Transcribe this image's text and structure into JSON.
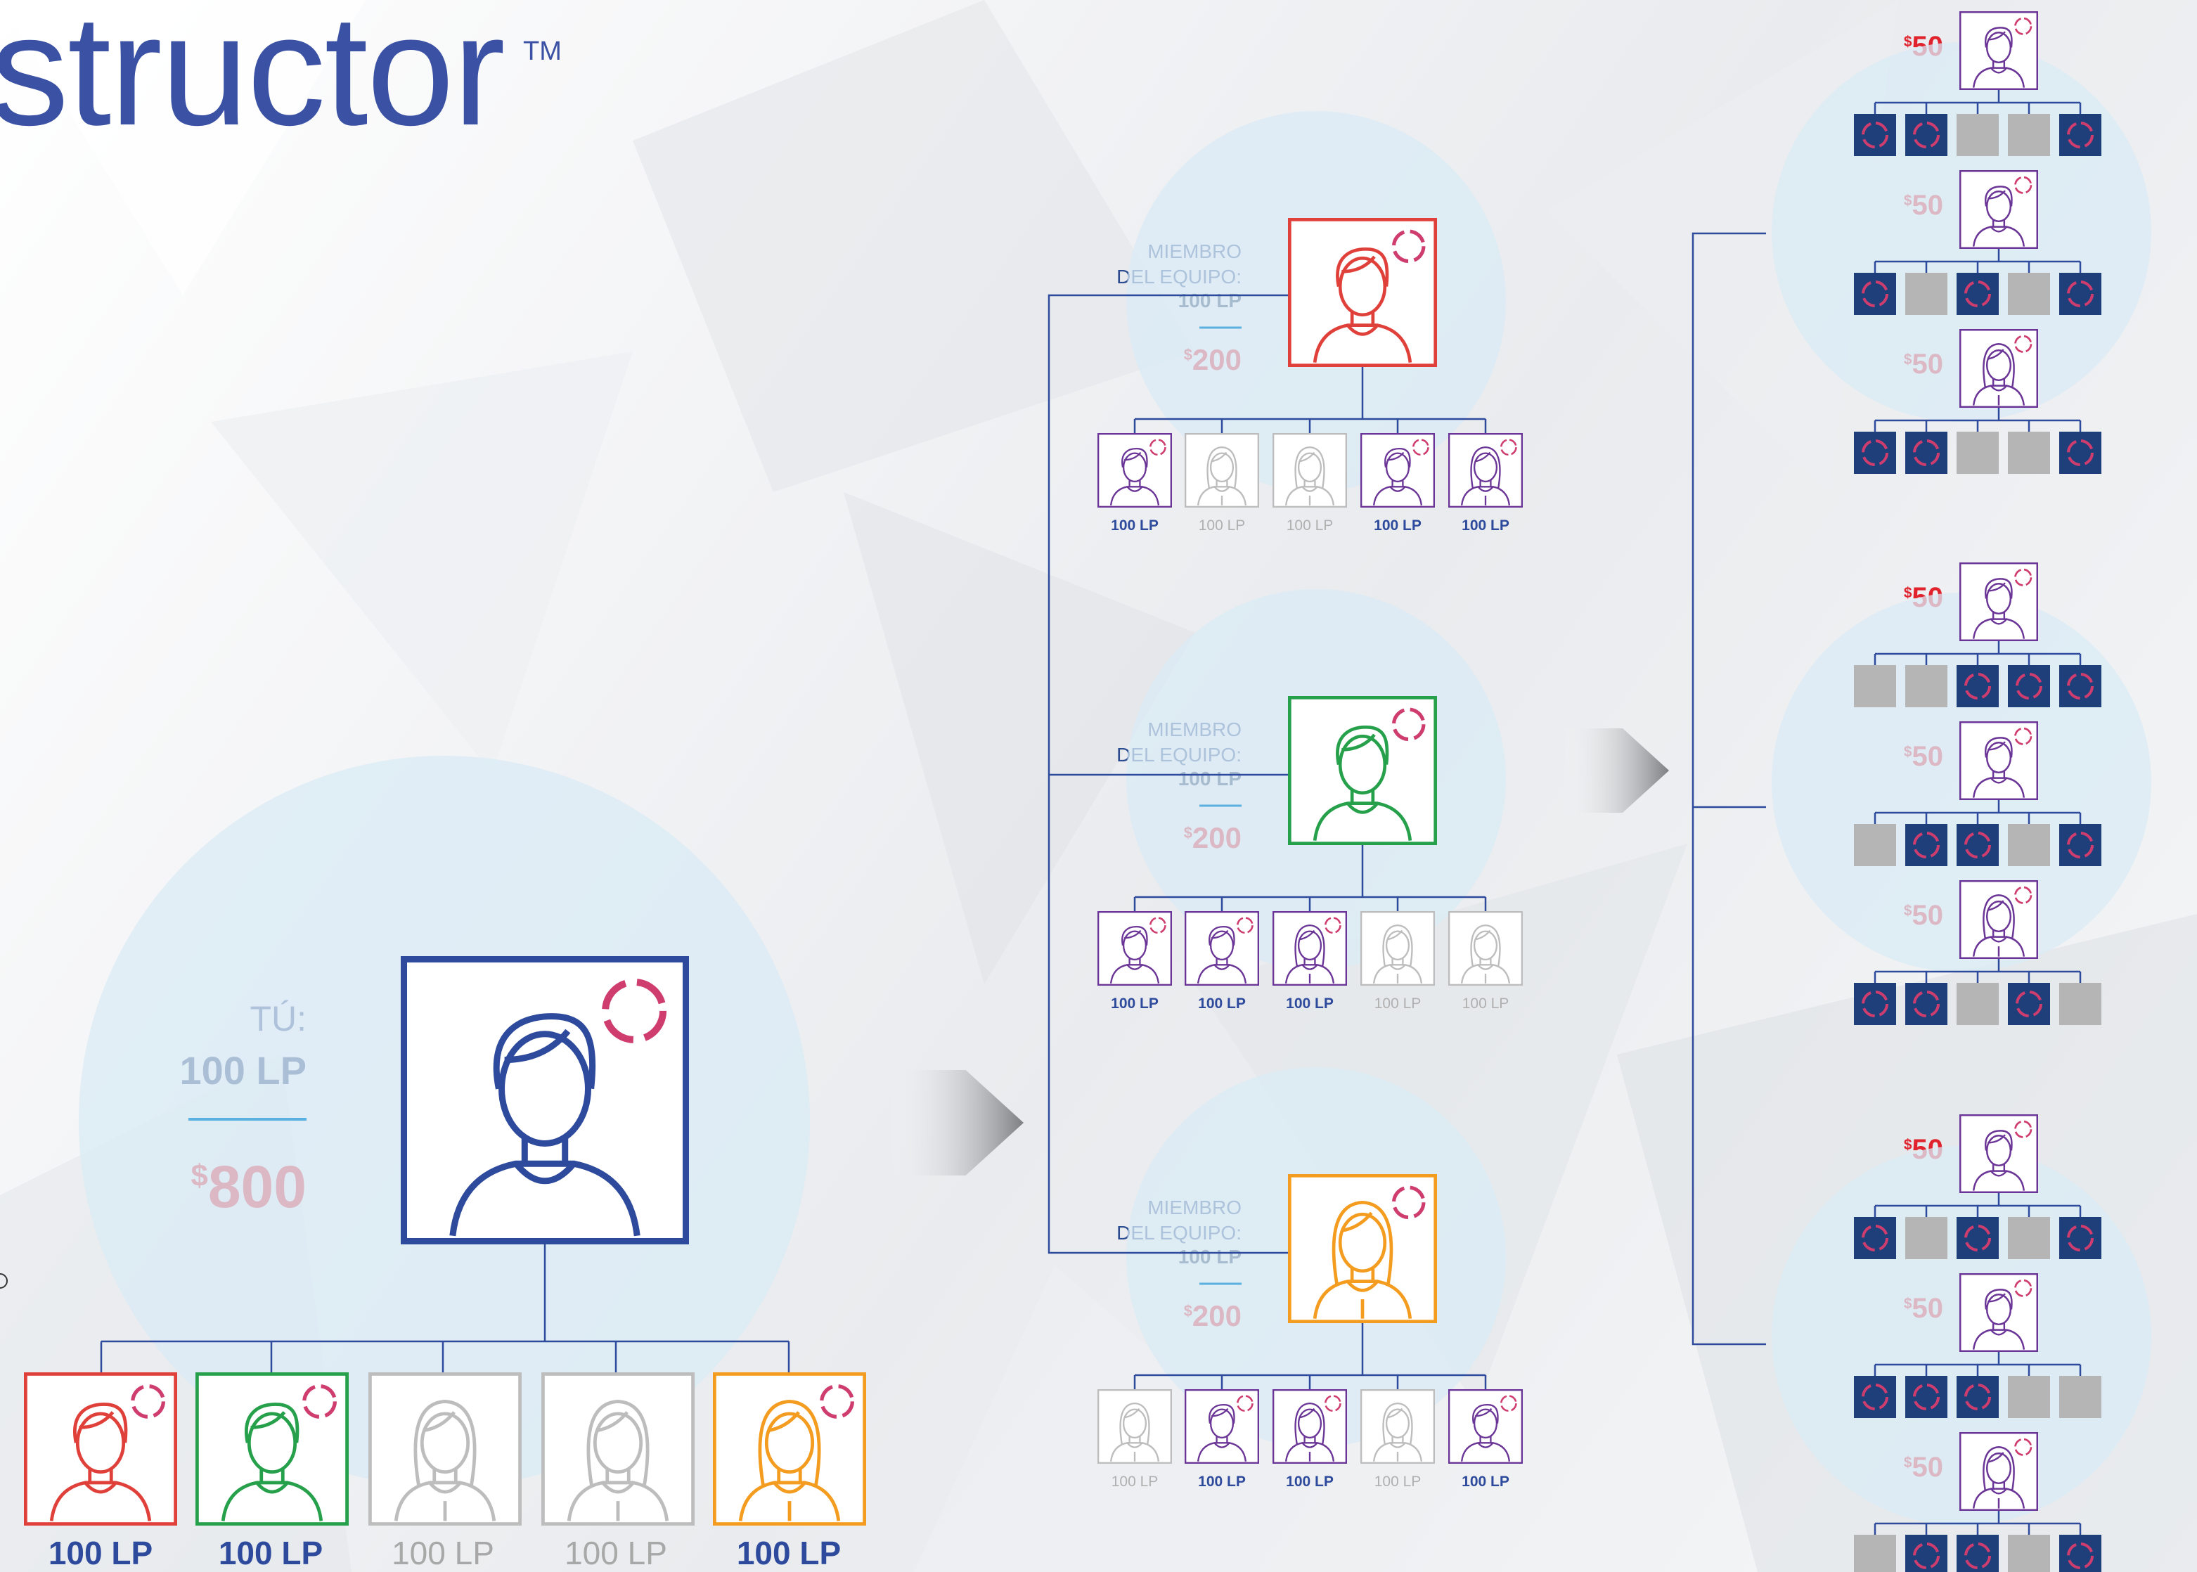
{
  "header": {
    "title": "structor",
    "trademark": "TM"
  },
  "you": {
    "label": "TÚ:",
    "points": "100 LP",
    "earnings_currency": "$",
    "earnings_amount": "800"
  },
  "personal_team": [
    {
      "color": "#e0403a",
      "gender": "male",
      "active": true,
      "lp": "100 LP"
    },
    {
      "color": "#26a04a",
      "gender": "male",
      "active": true,
      "lp": "100 LP"
    },
    {
      "color": "#bdbdbd",
      "gender": "female",
      "active": false,
      "lp": "100 LP"
    },
    {
      "color": "#bdbdbd",
      "gender": "female",
      "active": false,
      "lp": "100 LP"
    },
    {
      "color": "#f39c1f",
      "gender": "female",
      "active": true,
      "lp": "100 LP"
    }
  ],
  "team_members": [
    {
      "label_line1": "MIEMBRO",
      "label_line2": "DEL EQUIPO:",
      "points": "100 LP",
      "earnings_currency": "$",
      "earnings_amount": "200",
      "color": "#e0403a",
      "gender": "male",
      "children": [
        {
          "gender": "male",
          "active": true,
          "lp": "100 LP"
        },
        {
          "gender": "female",
          "active": false,
          "lp": "100 LP"
        },
        {
          "gender": "female",
          "active": false,
          "lp": "100 LP"
        },
        {
          "gender": "male",
          "active": true,
          "lp": "100 LP"
        },
        {
          "gender": "female",
          "active": true,
          "lp": "100 LP"
        }
      ]
    },
    {
      "label_line1": "MIEMBRO",
      "label_line2": "DEL EQUIPO:",
      "points": "100 LP",
      "earnings_currency": "$",
      "earnings_amount": "200",
      "color": "#26a04a",
      "gender": "male",
      "children": [
        {
          "gender": "male",
          "active": true,
          "lp": "100 LP"
        },
        {
          "gender": "male",
          "active": true,
          "lp": "100 LP"
        },
        {
          "gender": "female",
          "active": true,
          "lp": "100 LP"
        },
        {
          "gender": "female",
          "active": false,
          "lp": "100 LP"
        },
        {
          "gender": "female",
          "active": false,
          "lp": "100 LP"
        }
      ]
    },
    {
      "label_line1": "MIEMBRO",
      "label_line2": "DEL EQUIPO:",
      "points": "100 LP",
      "earnings_currency": "$",
      "earnings_amount": "200",
      "color": "#f39c1f",
      "gender": "female",
      "children": [
        {
          "gender": "female",
          "active": false,
          "lp": "100 LP"
        },
        {
          "gender": "male",
          "active": true,
          "lp": "100 LP"
        },
        {
          "gender": "female",
          "active": true,
          "lp": "100 LP"
        },
        {
          "gender": "female",
          "active": false,
          "lp": "100 LP"
        },
        {
          "gender": "male",
          "active": true,
          "lp": "100 LP"
        }
      ]
    }
  ],
  "third_level_groups": [
    {
      "members": [
        {
          "earnings_currency": "$",
          "earnings_amount": "50",
          "gender": "male",
          "row": [
            1,
            1,
            0,
            0,
            1
          ]
        },
        {
          "earnings_currency": "$",
          "earnings_amount": "50",
          "gender": "male",
          "row": [
            1,
            0,
            1,
            0,
            1
          ]
        },
        {
          "earnings_currency": "$",
          "earnings_amount": "50",
          "gender": "female",
          "row": [
            1,
            1,
            0,
            0,
            1
          ]
        }
      ]
    },
    {
      "members": [
        {
          "earnings_currency": "$",
          "earnings_amount": "50",
          "gender": "male",
          "row": [
            0,
            0,
            1,
            1,
            1
          ]
        },
        {
          "earnings_currency": "$",
          "earnings_amount": "50",
          "gender": "male",
          "row": [
            0,
            1,
            1,
            0,
            1
          ]
        },
        {
          "earnings_currency": "$",
          "earnings_amount": "50",
          "gender": "female",
          "row": [
            1,
            1,
            0,
            1,
            0
          ]
        }
      ]
    },
    {
      "members": [
        {
          "earnings_currency": "$",
          "earnings_amount": "50",
          "gender": "male",
          "row": [
            1,
            0,
            1,
            0,
            1
          ]
        },
        {
          "earnings_currency": "$",
          "earnings_amount": "50",
          "gender": "male",
          "row": [
            1,
            1,
            1,
            0,
            0
          ]
        },
        {
          "earnings_currency": "$",
          "earnings_amount": "50",
          "gender": "female",
          "row": [
            0,
            1,
            1,
            0,
            1
          ]
        }
      ]
    }
  ],
  "colors": {
    "blue": "#2d4a9c",
    "purple": "#6a3596",
    "red": "#e0232d",
    "circle": "#d9ebf6",
    "line": "#2d4a9c",
    "grey": "#bdbdbd",
    "active_square": "#1f3f7a",
    "inactive_square": "#b5b5b5",
    "recycle": "#cf3d6e"
  }
}
